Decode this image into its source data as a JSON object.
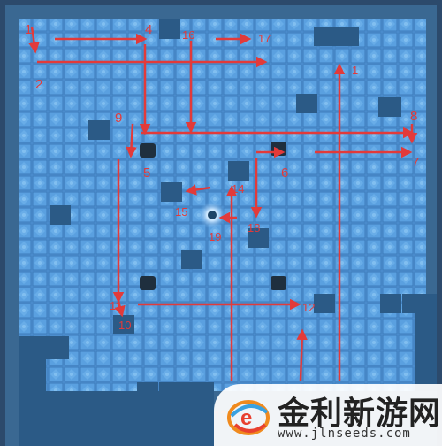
{
  "puzzle": {
    "step_labels": [
      "1",
      "2",
      "4",
      "5",
      "6",
      "7",
      "8",
      "9",
      "10",
      "11",
      "12",
      "13",
      "14",
      "15",
      "16",
      "17",
      "18",
      "19"
    ],
    "colors": {
      "arrow": "#e23a3a",
      "ice": "#4d8fd0",
      "wall": "#1f4e78",
      "frame": "#3d6a96"
    }
  },
  "watermark": {
    "logo_mark": "e",
    "title": "金利新游网",
    "url": "www.jlnseeds.com"
  }
}
